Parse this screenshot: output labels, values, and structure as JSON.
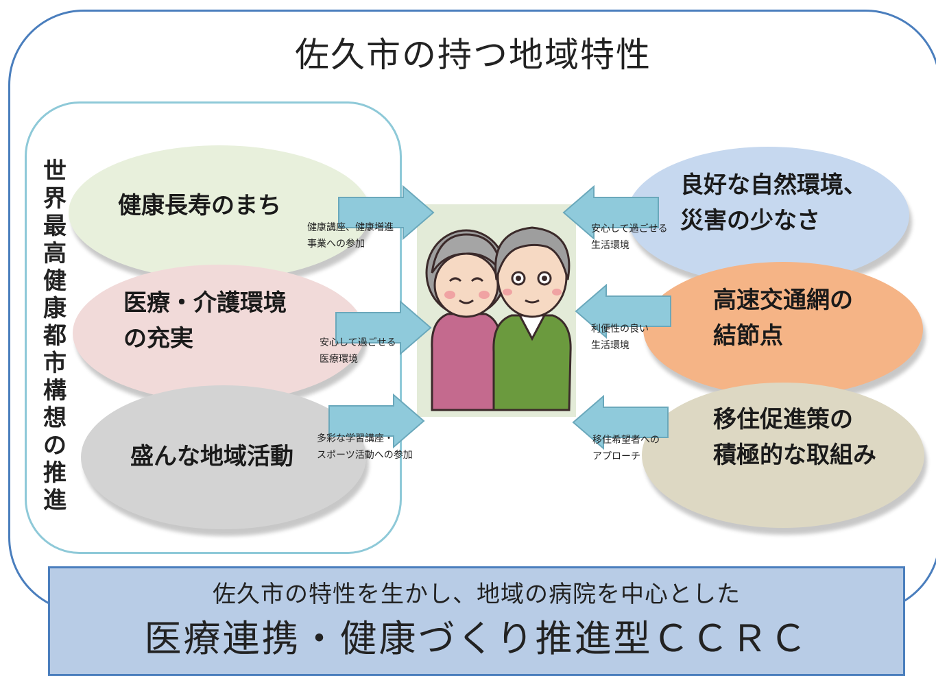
{
  "title": "佐久市の持つ地域特性",
  "left_group": {
    "vertical_label": [
      "世",
      "界",
      "最",
      "高",
      "健",
      "康",
      "都",
      "市",
      "構",
      "想",
      "の",
      "推",
      "進"
    ],
    "items": [
      {
        "label_lines": [
          "健康長寿のまち"
        ],
        "arrow_note": [
          "健康講座、健康増進",
          "事業への参加"
        ],
        "color": "#e8f0dc"
      },
      {
        "label_lines": [
          "医療・介護環境",
          "の充実"
        ],
        "arrow_note": [
          "安心して過ごせる",
          "医療環境"
        ],
        "color": "#f1dad9"
      },
      {
        "label_lines": [
          "盛んな地域活動"
        ],
        "arrow_note": [
          "多彩な学習講座・",
          "スポーツ活動への参加"
        ],
        "color": "#d3d3d3"
      }
    ]
  },
  "right_group": {
    "items": [
      {
        "label_lines": [
          "良好な自然環境、",
          "災害の少なさ"
        ],
        "arrow_note": [
          "安心して過ごせる",
          "生活環境"
        ],
        "color": "#c6d8ef"
      },
      {
        "label_lines": [
          "高速交通網の",
          "結節点"
        ],
        "arrow_note": [
          "利便性の良い",
          "生活環境"
        ],
        "color": "#f5b486"
      },
      {
        "label_lines": [
          "移住促進策の",
          "積極的な取組み"
        ],
        "arrow_note": [
          "移住希望者への",
          "アプローチ"
        ],
        "color": "#ddd8c3"
      }
    ]
  },
  "colors": {
    "frame": "#4a7ebd",
    "left_group_border": "#8ec9d8",
    "arrow": "#8fcadb",
    "bottom_box": "#b8cce6",
    "center_panel": "#e3ebd8"
  },
  "bottom": {
    "line1": "佐久市の特性を生かし、地域の病院を中心とした",
    "line2": "医療連携・健康づくり推進型ＣＣＲＣ"
  },
  "center_icon": "elderly-couple-illustration"
}
